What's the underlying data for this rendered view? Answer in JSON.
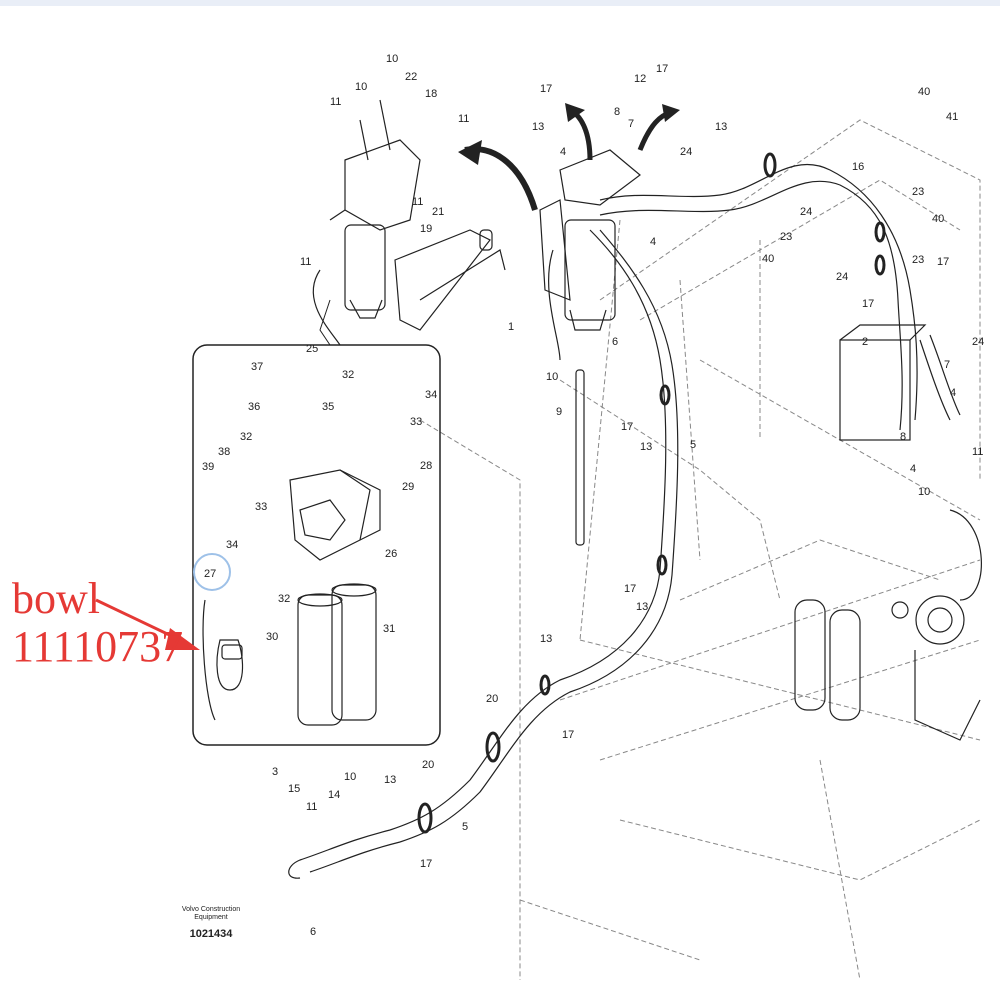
{
  "callout": {
    "line1": "bowl",
    "line2": "11110737",
    "color": "#e53935"
  },
  "footer": {
    "brand_line1": "Volvo Construction",
    "brand_line2": "Equipment",
    "drawing_number": "1021434"
  },
  "colors": {
    "line": "#222222",
    "dash": "#888888",
    "highlight_circle": "#9ec1e8"
  },
  "labels": [
    "1",
    "2",
    "3",
    "4",
    "5",
    "6",
    "7",
    "8",
    "9",
    "10",
    "11",
    "12",
    "13",
    "14",
    "15",
    "16",
    "17",
    "18",
    "19",
    "20",
    "21",
    "22",
    "23",
    "24",
    "25",
    "26",
    "27",
    "28",
    "29",
    "30",
    "31",
    "32",
    "33",
    "34",
    "35",
    "36",
    "37",
    "38",
    "39",
    "40",
    "41"
  ]
}
